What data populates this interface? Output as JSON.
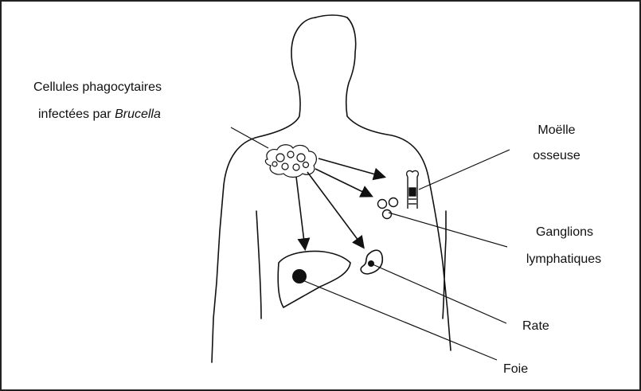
{
  "labels": {
    "phagocytes_line1": "Cellules phagocytaires",
    "phagocytes_line2_prefix": "infectées par ",
    "phagocytes_line2_italic": "Brucella",
    "bone_marrow_line1": "Moëlle",
    "bone_marrow_line2": "osseuse",
    "lymph_nodes_line1": "Ganglions",
    "lymph_nodes_line2": "lymphatiques",
    "spleen": "Rate",
    "liver": "Foie"
  },
  "colors": {
    "ink": "#111111",
    "background": "#ffffff"
  }
}
